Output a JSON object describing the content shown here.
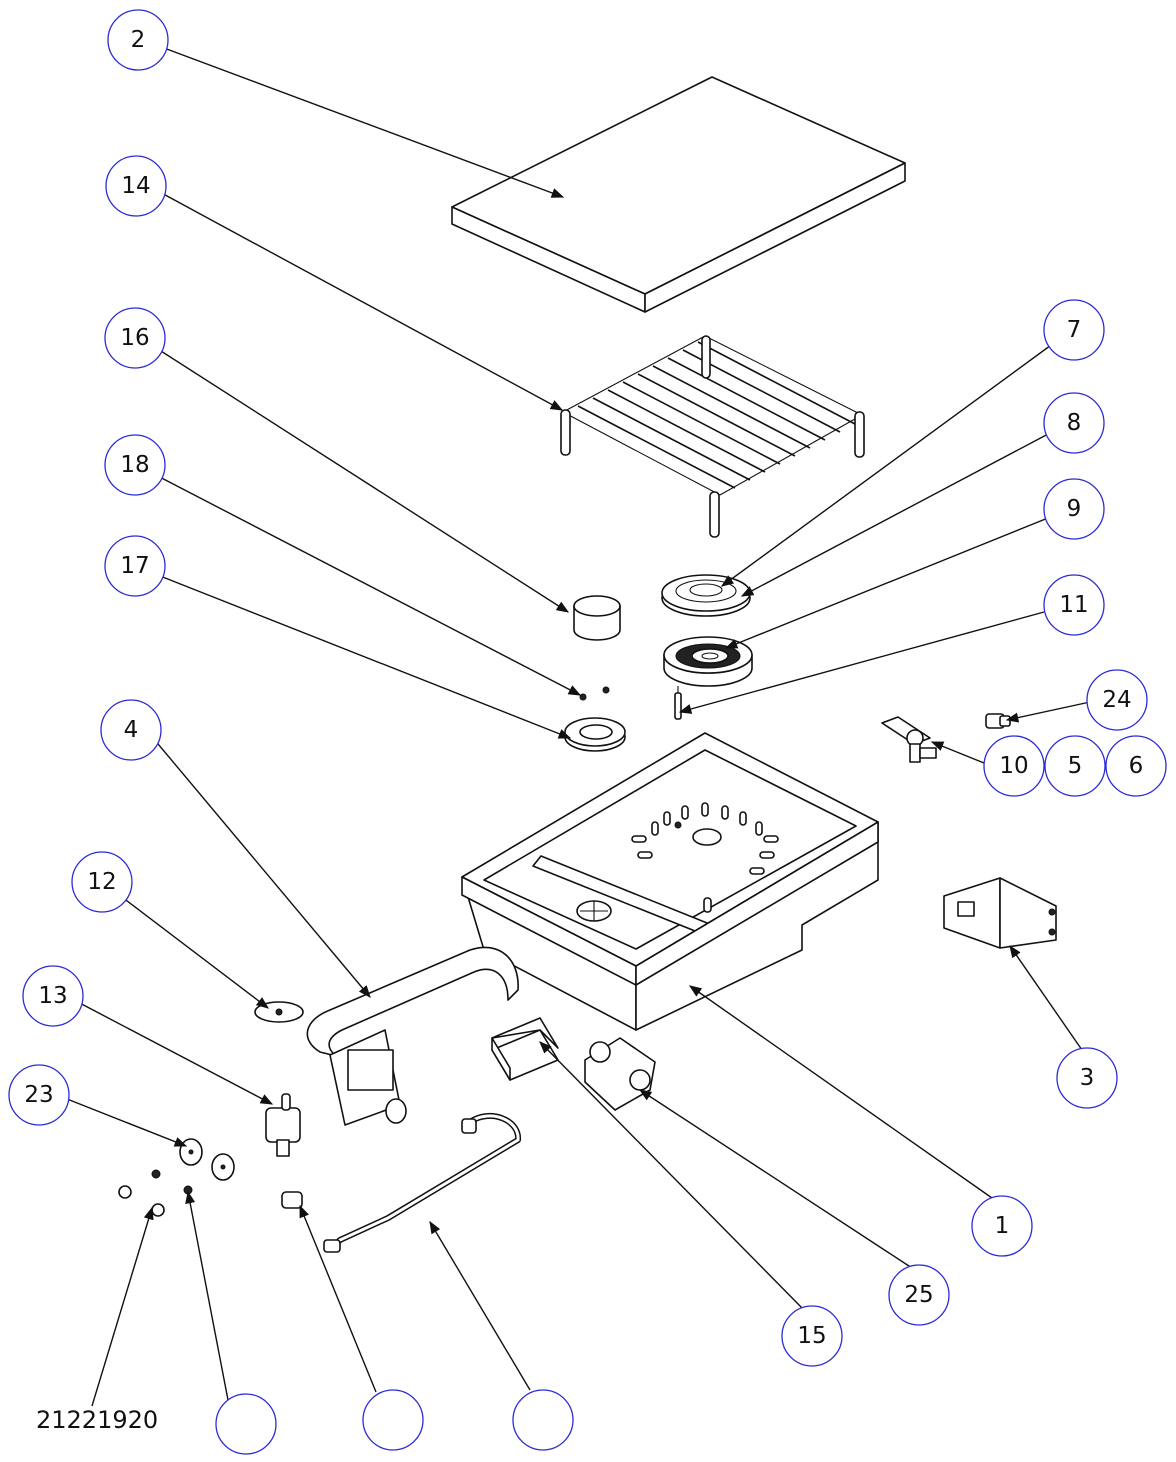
{
  "balloons": [
    {
      "label": "2"
    },
    {
      "label": "14"
    },
    {
      "label": "16"
    },
    {
      "label": "18"
    },
    {
      "label": "17"
    },
    {
      "label": "4"
    },
    {
      "label": "12"
    },
    {
      "label": "13"
    },
    {
      "label": "23"
    },
    {
      "label": "7"
    },
    {
      "label": "8"
    },
    {
      "label": "9"
    },
    {
      "label": "11"
    },
    {
      "label": "24"
    },
    {
      "label": "10"
    },
    {
      "label": "5"
    },
    {
      "label": "6"
    },
    {
      "label": "3"
    },
    {
      "label": "1"
    },
    {
      "label": "25"
    },
    {
      "label": "15"
    },
    {
      "label": ""
    },
    {
      "label": ""
    },
    {
      "label": ""
    },
    {
      "label": ""
    }
  ],
  "bottom_label": "21221920"
}
